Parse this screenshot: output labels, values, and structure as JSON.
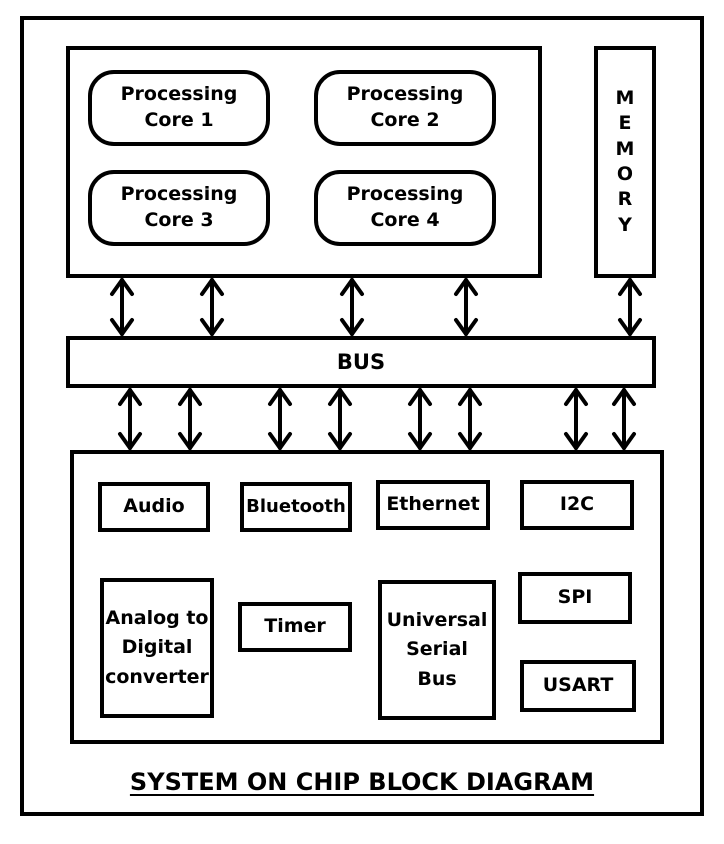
{
  "cores": [
    {
      "label": "Processing Core 1"
    },
    {
      "label": "Processing Core 2"
    },
    {
      "label": "Processing Core 3"
    },
    {
      "label": "Processing Core 4"
    }
  ],
  "memory": {
    "letters": [
      "M",
      "E",
      "M",
      "O",
      "R",
      "Y"
    ]
  },
  "bus": {
    "label": "BUS"
  },
  "peripherals": {
    "audio": "Audio",
    "bluetooth": "Bluetooth",
    "ethernet": "Ethernet",
    "i2c": "I2C",
    "adc": "Analog to Digital converter",
    "timer": "Timer",
    "usb": "Universal Serial Bus",
    "spi": "SPI",
    "usart": "USART"
  },
  "title": "SYSTEM ON CHIP BLOCK DIAGRAM"
}
